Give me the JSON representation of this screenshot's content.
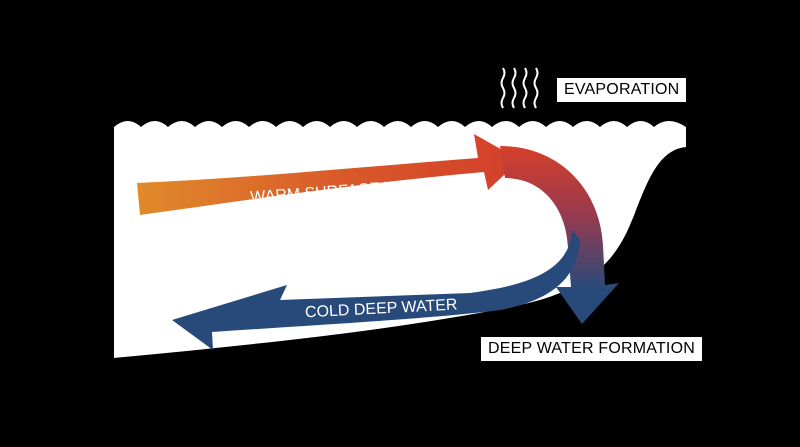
{
  "labels": {
    "evaporation": "EVAPORATION",
    "deep_water_formation": "DEEP WATER FORMATION",
    "warm_surface_water": "WARM SURFACE WATER",
    "cold_deep_water": "COLD DEEP WATER"
  },
  "colors": {
    "background": "#000000",
    "ocean": "#ffffff",
    "warm_start": "#e08a2a",
    "warm_end": "#d4442a",
    "cold": "#274a7a"
  },
  "icons": {
    "evaporation": "wavy-lines-icon"
  }
}
